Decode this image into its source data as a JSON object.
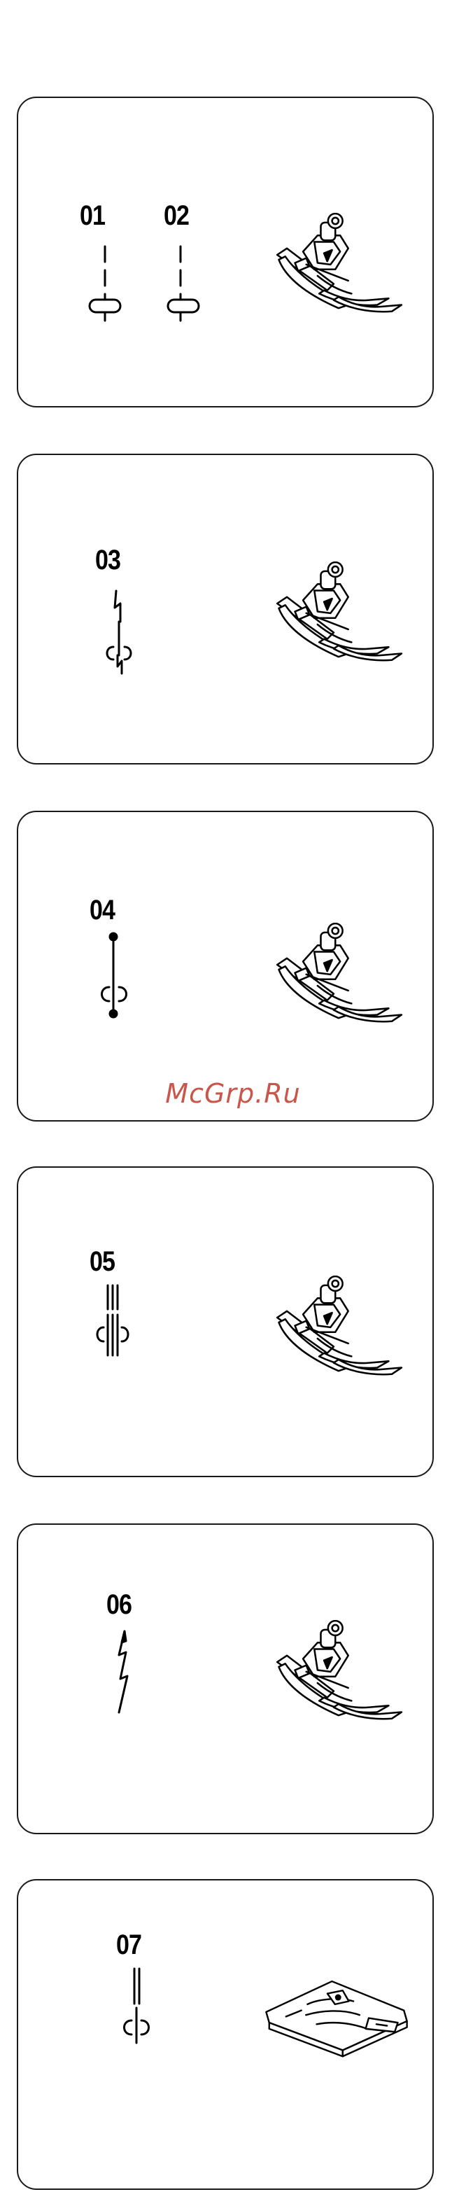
{
  "watermark": "McGrp.Ru",
  "cards": [
    {
      "numbers": [
        "01",
        "02"
      ],
      "foot": "zigzag-foot"
    },
    {
      "numbers": [
        "03"
      ],
      "foot": "zigzag-foot"
    },
    {
      "numbers": [
        "04"
      ],
      "foot": "zigzag-foot"
    },
    {
      "numbers": [
        "05"
      ],
      "foot": "zigzag-foot"
    },
    {
      "numbers": [
        "06"
      ],
      "foot": "zigzag-foot"
    },
    {
      "numbers": [
        "07"
      ],
      "foot": "satin-stitch-foot"
    }
  ]
}
